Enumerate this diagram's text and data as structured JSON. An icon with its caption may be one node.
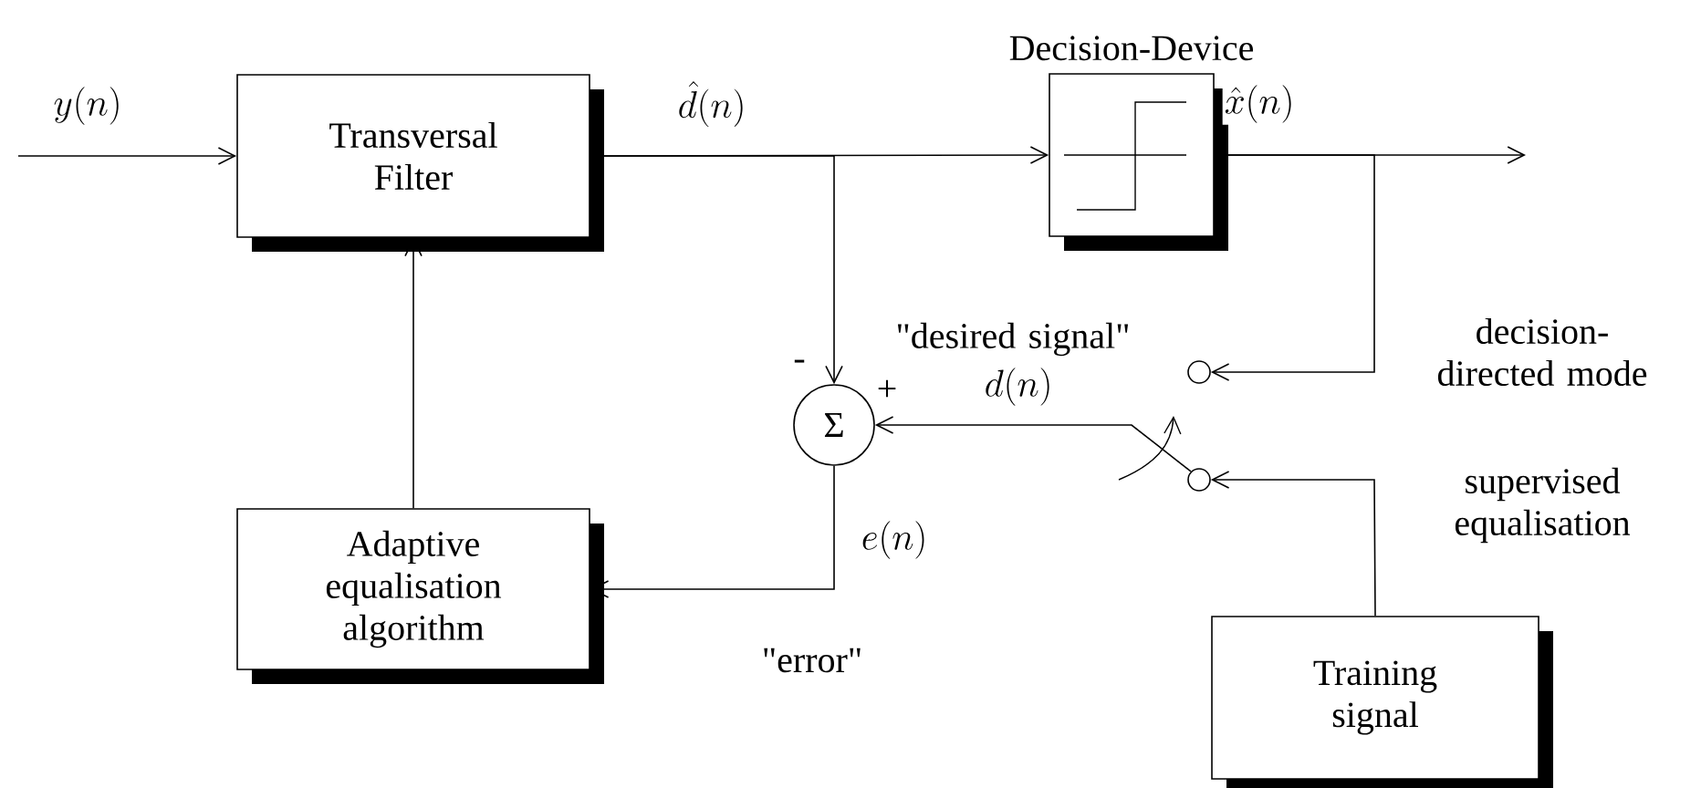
{
  "diagram": {
    "nodes": [
      {
        "text": [
          "Transversal Filter"
        ]
      },
      {
        "text": [
          "Decision-Device"
        ]
      },
      {
        "text": [
          "Σ"
        ]
      },
      {
        "text": [
          "Adaptive equalisation algorithm"
        ]
      },
      {
        "text": [
          "Training signal"
        ]
      },
      {
        "text": [],
        "shape": "circle"
      },
      {
        "text": [],
        "shape": "circle"
      }
    ],
    "edges": [
      {
        "from": null,
        "to": 0,
        "arrow": "to",
        "label": "y(n)"
      },
      {
        "from": 0,
        "to": 1,
        "arrow": "to",
        "label": "\\hat{d}(n)"
      },
      {
        "from": 0,
        "to": 2,
        "arrow": "to"
      },
      {
        "from": 1,
        "to": null,
        "arrow": "to",
        "label": "\\hat{x}(n)"
      },
      {
        "from": 1,
        "to": 5,
        "arrow": "to"
      },
      {
        "from": 4,
        "to": 6,
        "arrow": "to"
      },
      {
        "from": 6,
        "to": 2,
        "arrow": "to",
        "label": "d(n)"
      },
      {
        "from": 2,
        "to": 3,
        "arrow": "to",
        "label": "e(n)"
      },
      {
        "from": 3,
        "to": 0,
        "arrow": "to"
      }
    ],
    "labels": [
      "\"desired signal\"",
      "decision-directed mode",
      "-",
      "+",
      "supervised equalisation",
      "\"error\""
    ]
  }
}
